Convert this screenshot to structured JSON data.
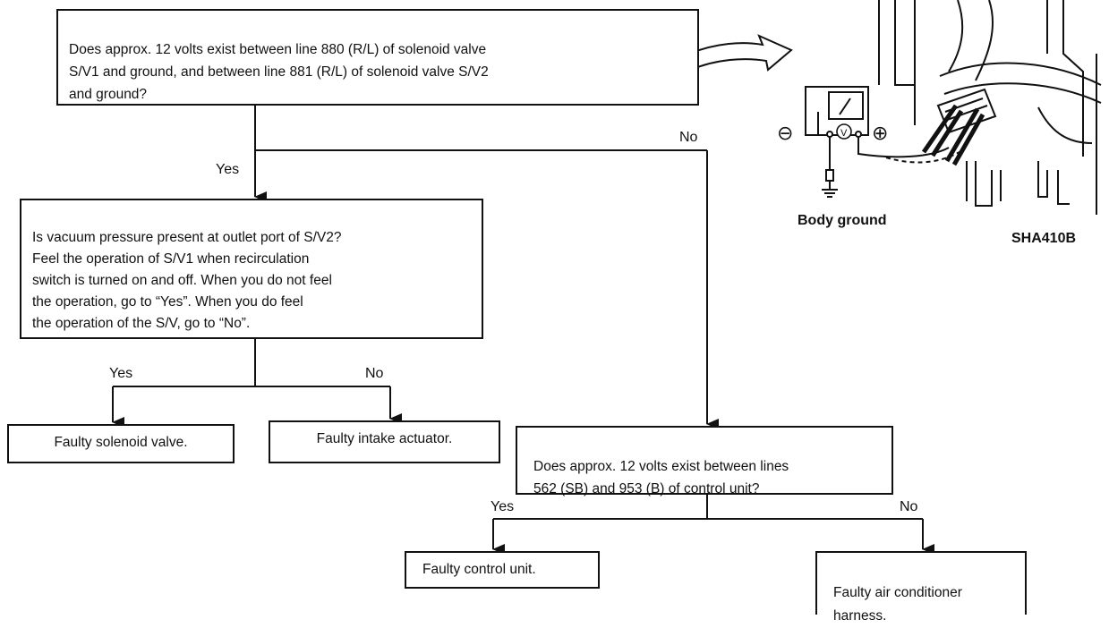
{
  "diagram": {
    "q1": "Does approx. 12 volts exist between line 880 (R/L) of solenoid valve\nS/V1 and ground, and between line 881 (R/L) of solenoid valve S/V2\nand ground?",
    "q2": "Is vacuum pressure present at outlet port of S/V2?\nFeel the operation of S/V1 when recirculation\nswitch is turned on and off.  When you do not feel\nthe operation, go to “Yes”.  When you do feel\nthe operation of the S/V, go to “No”.",
    "q3": "Does approx. 12 volts exist between lines\n562 (SB) and 953 (B) of control unit?",
    "r_solenoid": "Faulty solenoid valve.",
    "r_actuator": "Faulty intake actuator.",
    "r_control": "Faulty control unit.",
    "r_harness": "Faulty air conditioner\nharness.",
    "yes": "Yes",
    "no": "No",
    "body_ground": "Body ground",
    "figure_code": "SHA410B"
  },
  "meter": {
    "neg": "⊖",
    "v": "V",
    "pos": "⊕"
  }
}
